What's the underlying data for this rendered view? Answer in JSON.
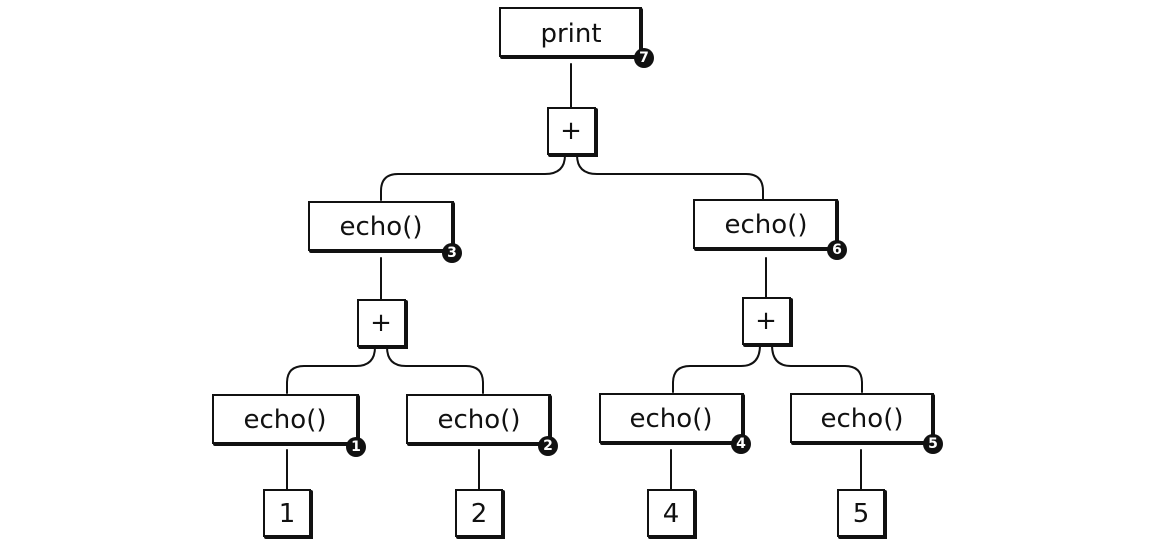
{
  "nodes": {
    "print": {
      "label": "print",
      "badge": "7"
    },
    "plus_root": {
      "label": "+"
    },
    "echo_left": {
      "label": "echo()",
      "badge": "3"
    },
    "echo_right": {
      "label": "echo()",
      "badge": "6"
    },
    "plus_left": {
      "label": "+"
    },
    "plus_right": {
      "label": "+"
    },
    "echo_1": {
      "label": "echo()",
      "badge": "1"
    },
    "echo_2": {
      "label": "echo()",
      "badge": "2"
    },
    "echo_4": {
      "label": "echo()",
      "badge": "4"
    },
    "echo_5": {
      "label": "echo()",
      "badge": "5"
    },
    "lit_1": {
      "label": "1"
    },
    "lit_2": {
      "label": "2"
    },
    "lit_4": {
      "label": "4"
    },
    "lit_5": {
      "label": "5"
    }
  },
  "colors": {
    "ink": "#111111",
    "background": "#ffffff"
  }
}
